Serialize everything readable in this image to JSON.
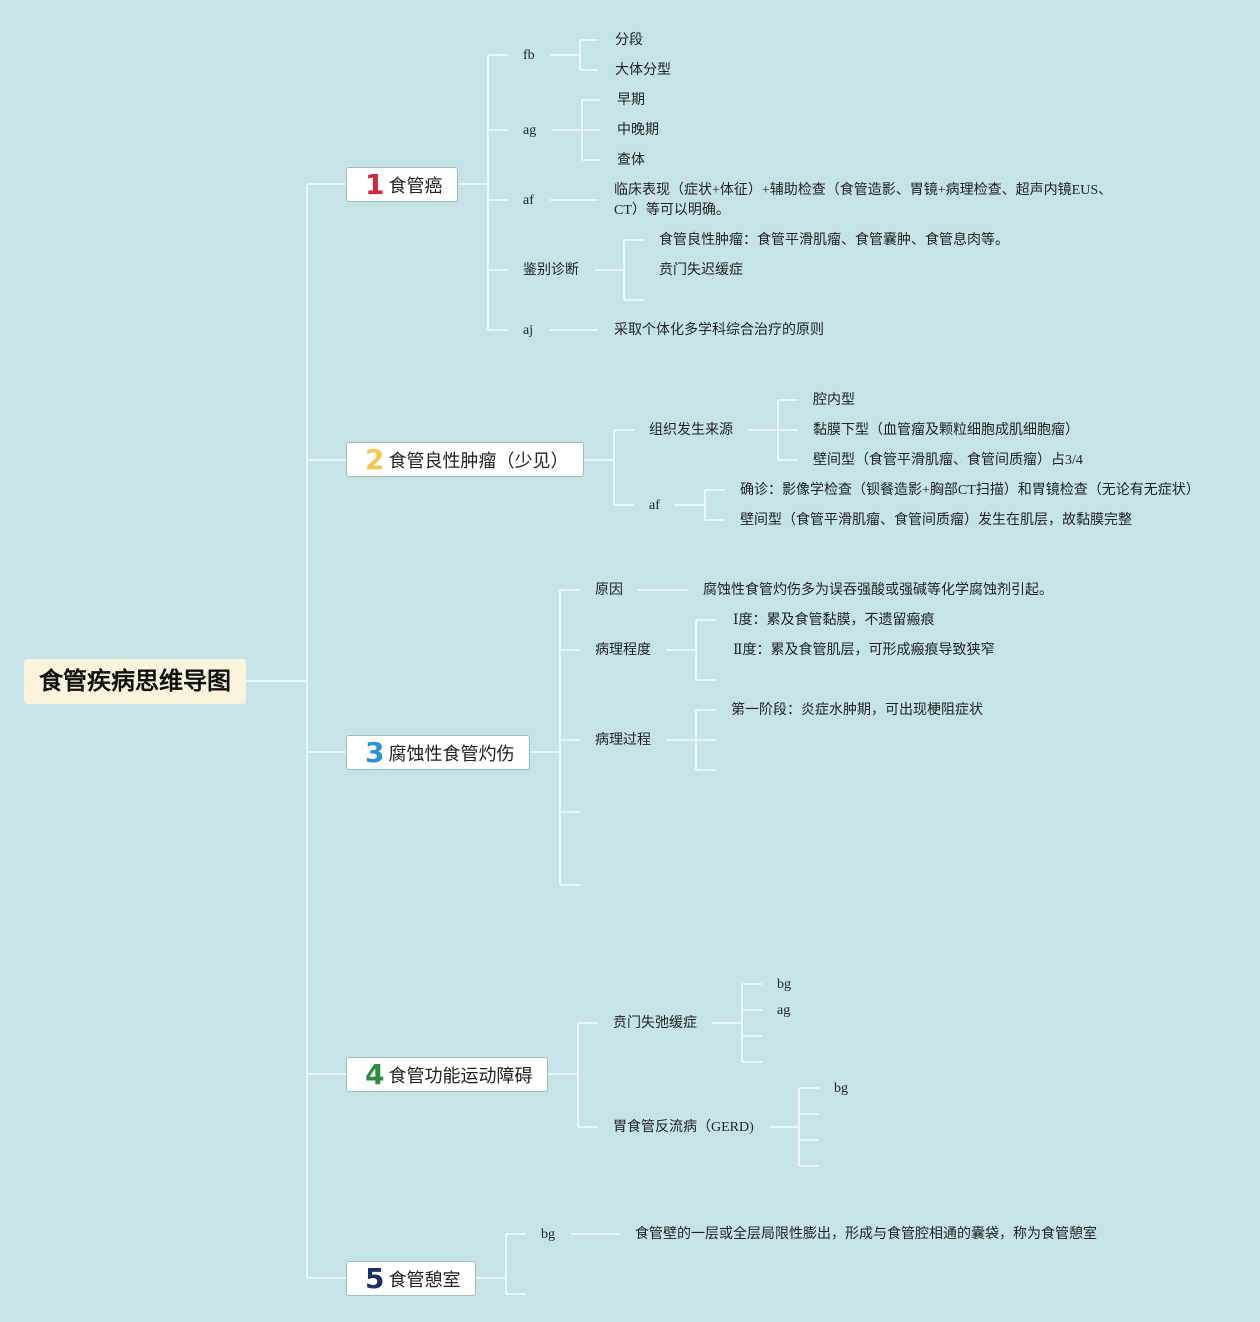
{
  "colors": {
    "background": "#c6e4e7",
    "line": "#ffffff",
    "root_bg": "#fbf4dc",
    "num1": "#d0283c",
    "num2": "#f2c94c",
    "num3": "#2a93d5",
    "num4": "#2e8b3e",
    "num5": "#1f2f6e"
  },
  "root": {
    "title": "食管疾病思维导图"
  },
  "b1": {
    "num": "1",
    "label": "食管癌",
    "fb": {
      "label": "fb",
      "items": [
        "分段",
        "大体分型"
      ]
    },
    "ag": {
      "label": "ag",
      "items": [
        "早期",
        "中晚期",
        "查体"
      ]
    },
    "af": {
      "label": "af",
      "text": "临床表现（症状+体征）+辅助检查（食管造影、胃镜+病理检查、超声内镜EUS、CT）等可以明确。"
    },
    "diff": {
      "label": "鉴别诊断",
      "items": [
        "食管良性肿瘤：食管平滑肌瘤、食管囊肿、食管息肉等。",
        "贲门失迟缓症"
      ]
    },
    "aj": {
      "label": "aj",
      "text": "采取个体化多学科综合治疗的原则"
    }
  },
  "b2": {
    "num": "2",
    "label": "食管良性肿瘤（少见）",
    "origin": {
      "label": "组织发生来源",
      "items": [
        "腔内型",
        "黏膜下型（血管瘤及颗粒细胞成肌细胞瘤）",
        "壁间型（食管平滑肌瘤、食管间质瘤）占3/4"
      ]
    },
    "af": {
      "label": "af",
      "items": [
        "确诊：影像学检查（钡餐造影+胸部CT扫描）和胃镜检查（无论有无症状）",
        "壁间型（食管平滑肌瘤、食管间质瘤）发生在肌层，故黏膜完整"
      ]
    }
  },
  "b3": {
    "num": "3",
    "label": "腐蚀性食管灼伤",
    "cause": {
      "label": "原因",
      "text": "腐蚀性食管灼伤多为误吞强酸或强碱等化学腐蚀剂引起。"
    },
    "degree": {
      "label": "病理程度",
      "items": [
        "Ⅰ度：累及食管黏膜，不遗留瘢痕",
        "Ⅱ度：累及食管肌层，可形成瘢痕导致狭窄"
      ]
    },
    "process": {
      "label": "病理过程",
      "items": [
        "第一阶段：炎症水肿期，可出现梗阻症状"
      ]
    }
  },
  "b4": {
    "num": "4",
    "label": "食管功能运动障碍",
    "achalasia": {
      "label": "贲门失弛缓症",
      "items": [
        "bg",
        "ag"
      ]
    },
    "gerd": {
      "label": "胃食管反流病（GERD)",
      "items": [
        "bg"
      ]
    }
  },
  "b5": {
    "num": "5",
    "label": "食管憩室",
    "bg": {
      "label": "bg",
      "text": "食管壁的一层或全层局限性膨出，形成与食管腔相通的囊袋，称为食管憩室"
    }
  }
}
